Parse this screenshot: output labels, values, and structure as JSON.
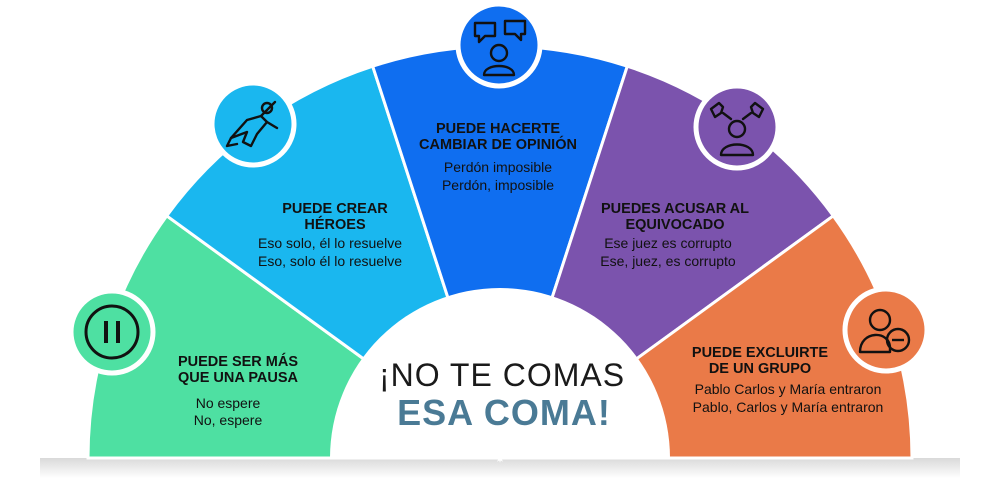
{
  "colors": {
    "green": "#4ee0a2",
    "light_blue": "#1ab7ef",
    "blue": "#0f6ef0",
    "purple": "#7b53ad",
    "orange": "#ea7a48",
    "center_line2": "#4a7a95"
  },
  "center": {
    "line1": "¡NO TE COMAS",
    "line2": "ESA COMA!"
  },
  "segments": [
    {
      "icon": "pause-icon",
      "title": [
        "PUEDE SER MÁS",
        "QUE UNA PAUSA"
      ],
      "examples": [
        "No espere",
        "No, espere"
      ]
    },
    {
      "icon": "hero-icon",
      "title": [
        "PUEDE CREAR",
        "HÉROES"
      ],
      "examples": [
        "Eso solo, él lo resuelve",
        "Eso, solo él lo resuelve"
      ]
    },
    {
      "icon": "speech-bubbles-icon",
      "title": [
        "PUEDE HACERTE",
        "CAMBIAR DE OPINIÓN"
      ],
      "examples": [
        "Perdón imposible",
        "Perdón, imposible"
      ]
    },
    {
      "icon": "pointing-hands-icon",
      "title": [
        "PUEDES ACUSAR AL",
        "EQUIVOCADO"
      ],
      "examples": [
        "Ese juez es corrupto",
        "Ese, juez, es corrupto"
      ]
    },
    {
      "icon": "remove-user-icon",
      "title": [
        "PUEDE EXCLUIRTE",
        "DE UN GRUPO"
      ],
      "examples": [
        "Pablo Carlos y María entraron",
        "Pablo, Carlos y María entraron"
      ]
    }
  ]
}
